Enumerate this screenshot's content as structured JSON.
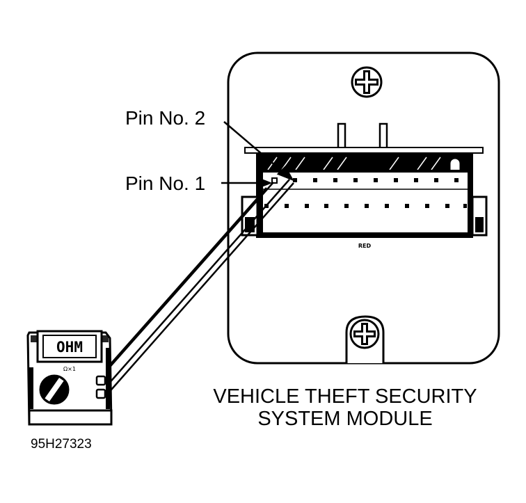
{
  "labels": {
    "pin2": "Pin No. 2",
    "pin1": "Pin No. 1",
    "module_title_line1": "VEHICLE THEFT SECURITY",
    "module_title_line2": "SYSTEM MODULE",
    "figure_id": "95H27323"
  },
  "meter": {
    "display_text": "OHM",
    "range_mark": "Ω×1"
  },
  "connector": {
    "color_mark": "RED"
  },
  "colors": {
    "ink": "#000000",
    "paper": "#ffffff"
  }
}
